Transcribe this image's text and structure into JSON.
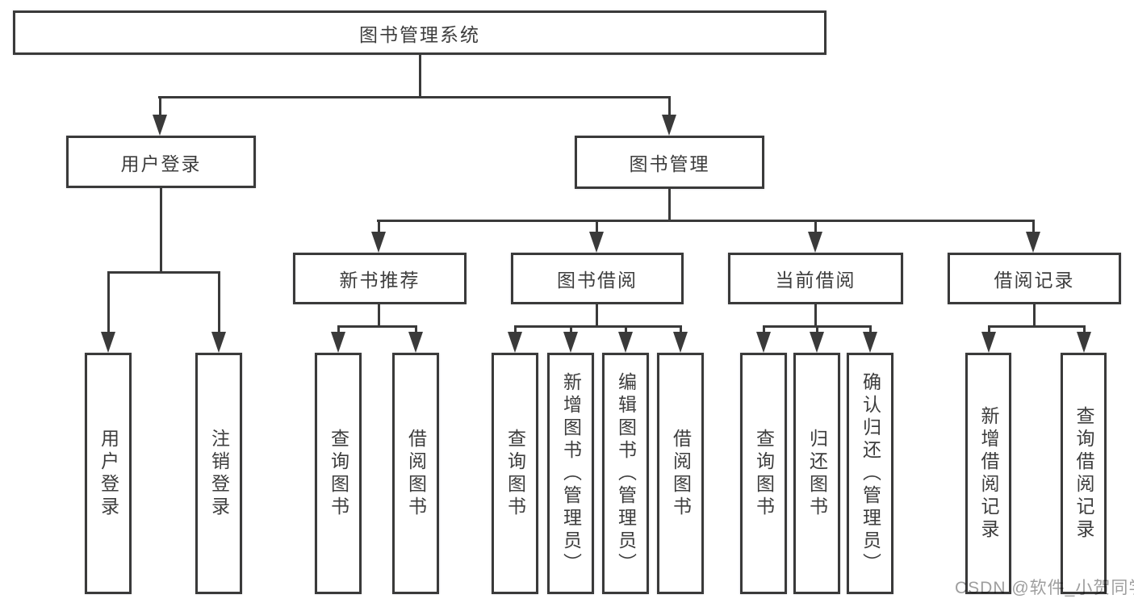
{
  "tree": {
    "root": {
      "label": "图书管理系统"
    },
    "branches": [
      {
        "label": "用户登录",
        "leaves": [
          "用户登录",
          "注销登录"
        ]
      },
      {
        "label": "图书管理",
        "groups": [
          {
            "label": "新书推荐",
            "leaves": [
              "查询图书",
              "借阅图书"
            ]
          },
          {
            "label": "图书借阅",
            "leaves": [
              "查询图书",
              "新增图书（管理员）",
              "编辑图书（管理员）",
              "借阅图书"
            ]
          },
          {
            "label": "当前借阅",
            "leaves": [
              "查询图书",
              "归还图书",
              "确认归还（管理员）"
            ]
          },
          {
            "label": "借阅记录",
            "leaves": [
              "新增借阅记录",
              "查询借阅记录"
            ]
          }
        ]
      }
    ]
  },
  "watermark": "CSDN @软件_小贺同学",
  "colors": {
    "line": "#3a3a3a",
    "text": "#3d3d3d",
    "watermark": "#9e9e9e",
    "background": "#ffffff"
  }
}
